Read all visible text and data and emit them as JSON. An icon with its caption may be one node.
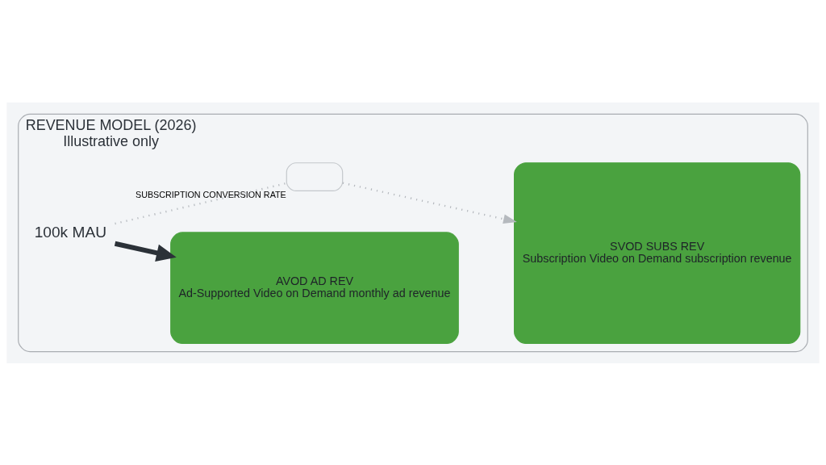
{
  "diagram": {
    "nodes": [
      {
        "text": [
          "REVENUE MODEL (2026)",
          "Illustrative only"
        ]
      },
      {
        "text": [
          "100k MAU"
        ],
        "in": 0
      },
      {
        "text": [
          "AVOD AD REV",
          "Ad-Supported Video on Demand monthly ad revenue"
        ],
        "in": 0
      },
      {
        "text": [],
        "shape": "box",
        "beside": [
          "SUBSCRIPTION CONVERSION RATE"
        ],
        "in": 0
      },
      {
        "text": [
          "SVOD SUBS REV",
          "Subscription Video on Demand subscription revenue"
        ],
        "in": 0
      }
    ],
    "edges": [
      {
        "from": 1,
        "to": 2,
        "arrow": "to",
        "style": "thick",
        "color": "#2b3138"
      },
      {
        "from": 1,
        "to": 3,
        "arrow": "none",
        "style": "dashed",
        "color": "#b5b9be"
      },
      {
        "from": 3,
        "to": 4,
        "arrow": "to",
        "style": "dashed",
        "color": "#b5b9be"
      }
    ]
  }
}
